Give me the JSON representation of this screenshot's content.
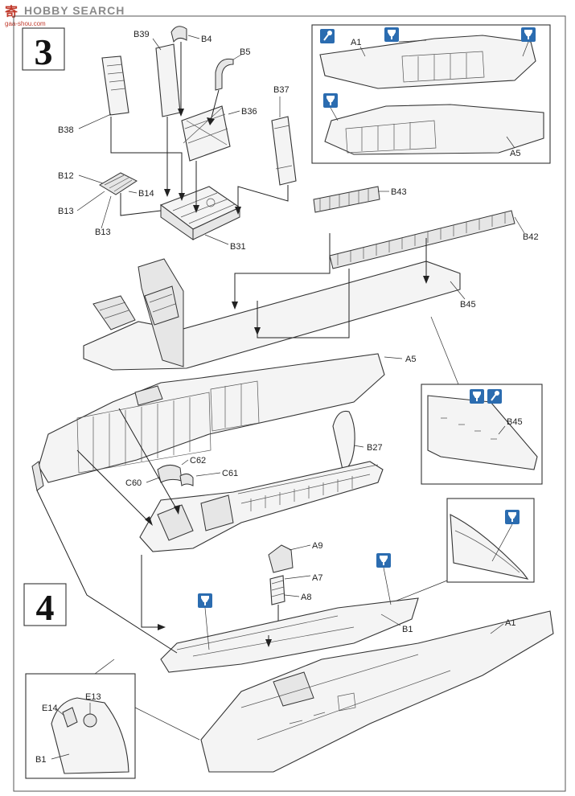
{
  "watermark": {
    "cn_text": "寄",
    "brand_text": "HOBBY SEARCH",
    "url_text": "gaa-shou.com"
  },
  "steps": [
    {
      "number": "3"
    },
    {
      "number": "4"
    }
  ],
  "parts": {
    "b4": "B4",
    "b5": "B5",
    "b39": "B39",
    "b36": "B36",
    "b37": "B37",
    "b38": "B38",
    "b12": "B12",
    "b13a": "B13",
    "b13b": "B13",
    "b14": "B14",
    "b31": "B31",
    "b43": "B43",
    "b42": "B42",
    "b45": "B45",
    "a5": "A5",
    "b27": "B27",
    "c62": "C62",
    "c61": "C61",
    "c60": "C60",
    "a9": "A9",
    "a7": "A7",
    "a8": "A8",
    "b1": "B1",
    "a1": "A1"
  },
  "insets": {
    "top_right": {
      "a1": "A1",
      "a5": "A5",
      "icons": [
        "glue-drop-icon",
        "glue-tube-icon",
        "glue-tube-icon",
        "glue-tube-icon"
      ]
    },
    "mid_right": {
      "b45": "B45",
      "icons": [
        "glue-tube-icon",
        "glue-drop-icon"
      ]
    },
    "lower_right": {
      "icons": [
        "glue-tube-icon"
      ]
    },
    "bottom_left": {
      "e13": "E13",
      "e14": "E14",
      "b1": "B1"
    }
  },
  "step4_icons": [
    "glue-tube-icon",
    "glue-tube-icon"
  ]
}
